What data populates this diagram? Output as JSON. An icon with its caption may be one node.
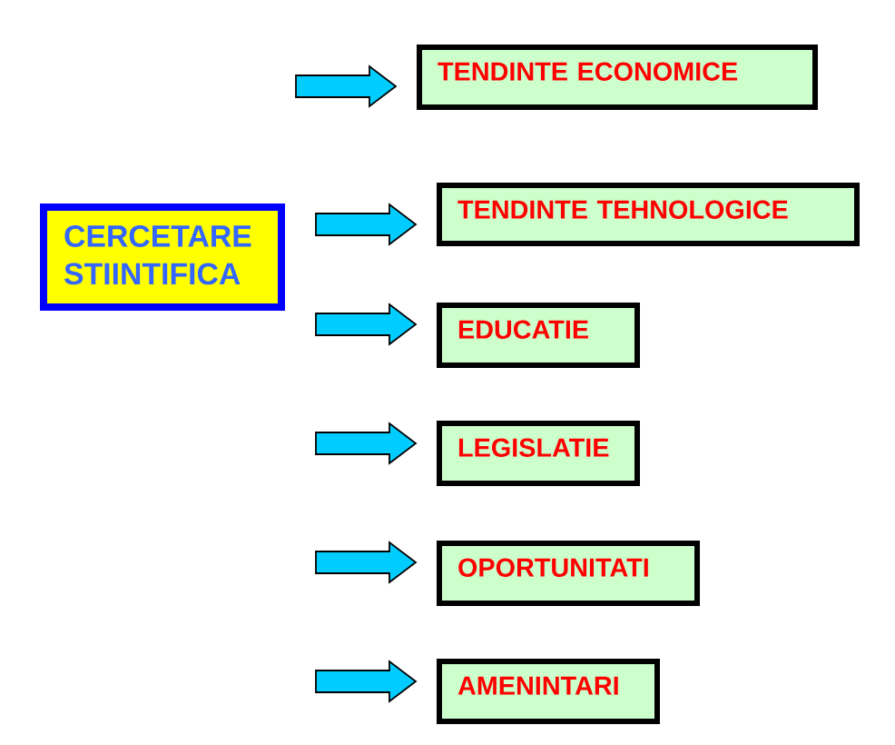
{
  "diagram": {
    "nodes": [
      {
        "text": [
          "TENDINTE ECONOMICE"
        ]
      },
      {
        "text": [
          "CERCETARE STIINTIFICA"
        ]
      },
      {
        "text": [
          "TENDINTE TEHNOLOGICE"
        ]
      },
      {
        "text": [
          "EDUCATIE"
        ]
      },
      {
        "text": [
          "LEGISLATIE"
        ]
      },
      {
        "text": [
          "OPORTUNITATI"
        ]
      },
      {
        "text": [
          "AMENINTARI"
        ]
      }
    ],
    "edges": [
      {
        "from": null,
        "to": 0,
        "arrow": "to"
      },
      {
        "from": null,
        "to": 2,
        "arrow": "to"
      },
      {
        "from": null,
        "to": 3,
        "arrow": "to"
      },
      {
        "from": null,
        "to": 4,
        "arrow": "to"
      },
      {
        "from": null,
        "to": 5,
        "arrow": "to"
      },
      {
        "from": null,
        "to": 6,
        "arrow": "to"
      }
    ]
  }
}
